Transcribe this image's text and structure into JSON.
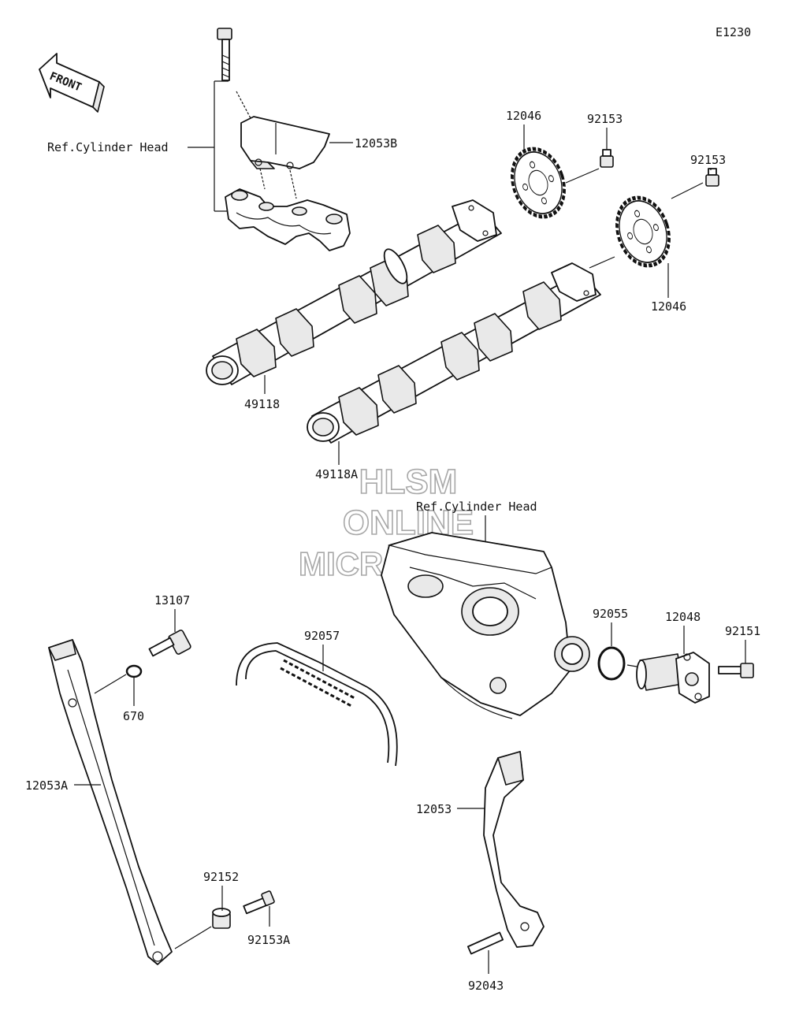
{
  "diagram_code": "E1230",
  "front_label": "FRONT",
  "watermark": {
    "line1": "HLSM",
    "line2": "ONLINE",
    "line3": "MICROFICHE"
  },
  "refs": {
    "cylinder_head_top": "Ref.Cylinder Head",
    "cylinder_head_mid": "Ref.Cylinder Head"
  },
  "parts": {
    "p12053B": "12053B",
    "p12046_left": "12046",
    "p92153_left": "92153",
    "p92153_right": "92153",
    "p12046_right": "12046",
    "p49118": "49118",
    "p49118A": "49118A",
    "p13107": "13107",
    "p670": "670",
    "p92057": "92057",
    "p92055": "92055",
    "p12048": "12048",
    "p92151": "92151",
    "p12053A": "12053A",
    "p12053": "12053",
    "p92152": "92152",
    "p92153A": "92153A",
    "p92043": "92043"
  },
  "colors": {
    "line": "#111111",
    "watermark": "#9a9a9a"
  }
}
